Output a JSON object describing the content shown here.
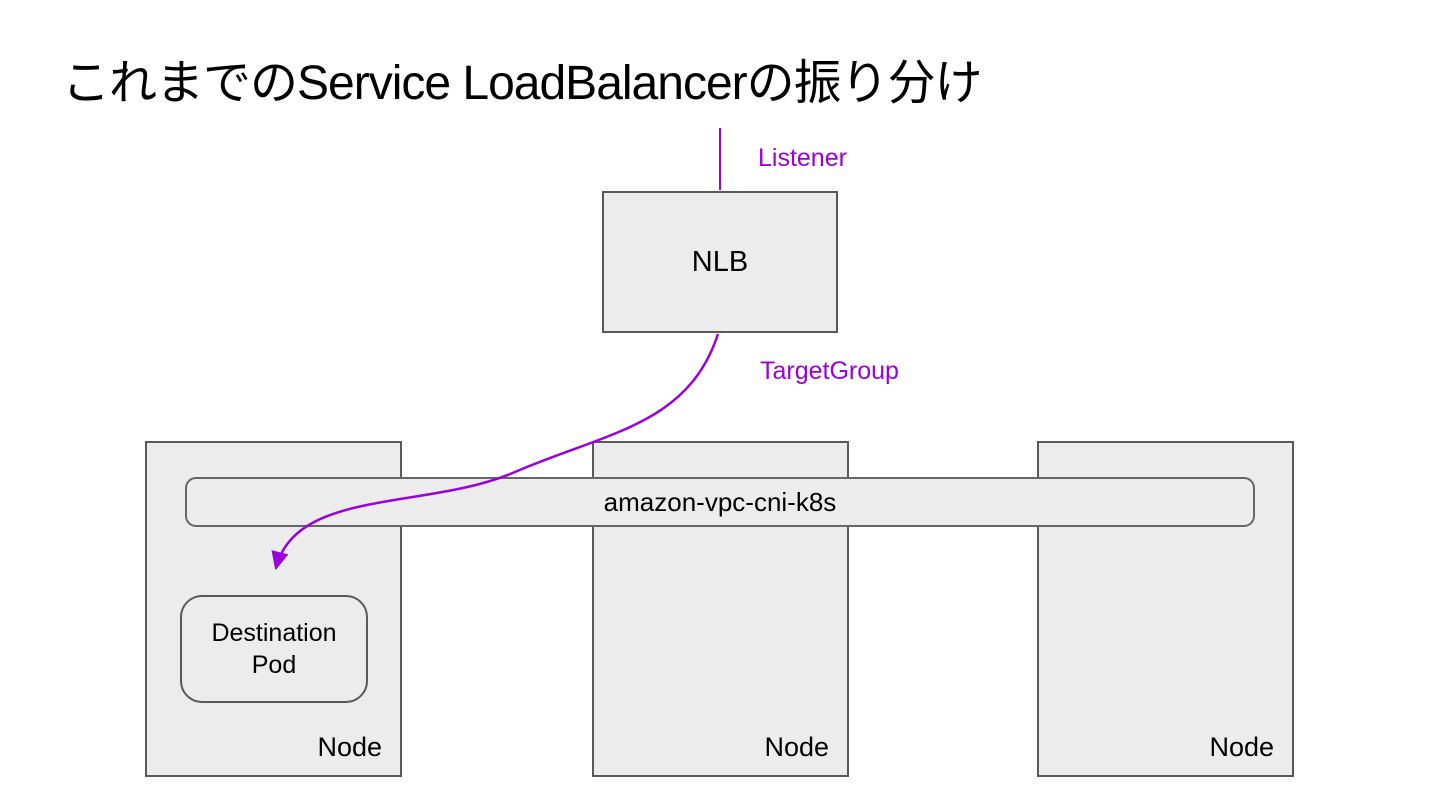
{
  "title": "これまでのService LoadBalancerの振り分け",
  "colors": {
    "accent_purple": "#9a00dc",
    "box_fill": "#ececec",
    "box_border": "#595959"
  },
  "diagram": {
    "nlb": {
      "label": "NLB"
    },
    "listener": {
      "label": "Listener"
    },
    "target_group": {
      "label": "TargetGroup"
    },
    "cni_bar": {
      "label": "amazon-vpc-cni-k8s"
    },
    "destination_pod": {
      "label": "Destination Pod"
    },
    "nodes": [
      {
        "label": "Node"
      },
      {
        "label": "Node"
      },
      {
        "label": "Node"
      }
    ]
  }
}
